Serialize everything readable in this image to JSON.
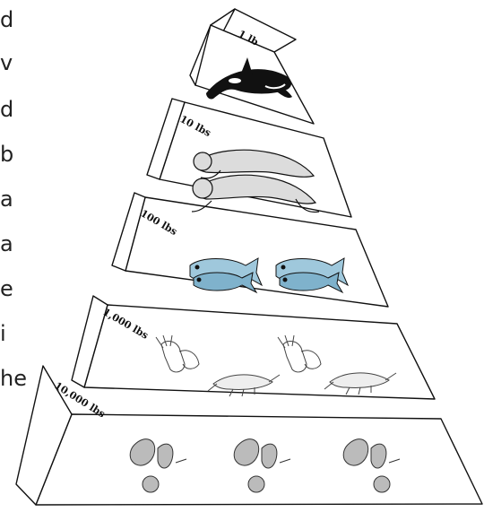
{
  "left_text_fragments": [
    "d",
    "v",
    "d",
    "b",
    "a",
    "a",
    "e",
    "i",
    "he"
  ],
  "pyramid": {
    "levels": [
      {
        "label": "1 lb",
        "organism": "orca-icon"
      },
      {
        "label": "10 lbs",
        "organism": "seals-icon"
      },
      {
        "label": "100 lbs",
        "organism": "fish-icon"
      },
      {
        "label": "1,000 lbs",
        "organism": "zooplankton-icon"
      },
      {
        "label": "10,000 lbs",
        "organism": "phytoplankton-icon"
      }
    ]
  }
}
